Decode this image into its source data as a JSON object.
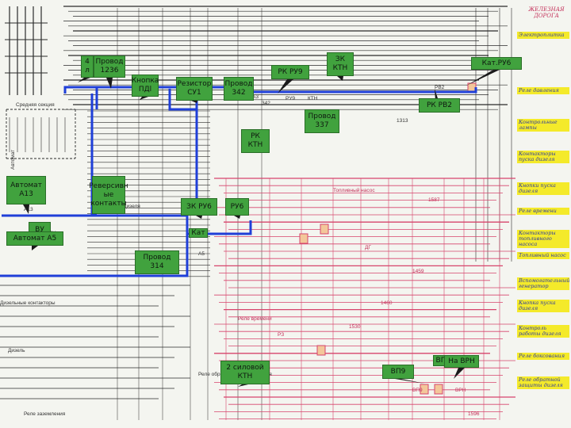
{
  "title": "ЖЕЛЕЗНАЯ ДОРОГА",
  "callouts": [
    {
      "id": "c1",
      "text": "4 л"
    },
    {
      "id": "c2",
      "text": "Провод\n1236"
    },
    {
      "id": "c3",
      "text": "Кнопка\nПДl"
    },
    {
      "id": "c4",
      "text": "Резистор\nСУ1"
    },
    {
      "id": "c5",
      "text": "Провод\n342"
    },
    {
      "id": "c6",
      "text": "РК РУ9"
    },
    {
      "id": "c7",
      "text": "ЗК\nКТН"
    },
    {
      "id": "c8",
      "text": "Кат.РУ6"
    },
    {
      "id": "c9",
      "text": "РК РВ2"
    },
    {
      "id": "c10",
      "text": "Провод\n337"
    },
    {
      "id": "c11",
      "text": "РК\nКТН"
    },
    {
      "id": "c12",
      "text": "Автомат\nА13"
    },
    {
      "id": "c13",
      "text": "Реверсивн\nые\nконтакты"
    },
    {
      "id": "c14",
      "text": "ВУ"
    },
    {
      "id": "c15",
      "text": "ЗК РУ6"
    },
    {
      "id": "c16",
      "text": "РУ6"
    },
    {
      "id": "c17",
      "text": "Кат"
    },
    {
      "id": "c18",
      "text": "Автомат А5"
    },
    {
      "id": "c19",
      "text": "Провод\n314"
    },
    {
      "id": "c20",
      "text": "2 силовой\nКТН"
    },
    {
      "id": "c21",
      "text": "ВП9"
    },
    {
      "id": "c22",
      "text": "ВП"
    },
    {
      "id": "c23",
      "text": "На ВРН"
    }
  ],
  "sidenotes": [
    {
      "text": "Электроплитка"
    },
    {
      "text": "Реле давления"
    },
    {
      "text": "Контрольные лампы"
    },
    {
      "text": "Контакторы пуска дизеля"
    },
    {
      "text": "Кнопки пуска дизеля"
    },
    {
      "text": "Реле времени"
    },
    {
      "text": "Контакторы топливного насоса"
    },
    {
      "text": "Топливный насос"
    },
    {
      "text": "Вспомогательный генератор"
    },
    {
      "text": "Кнопка пуска дизеля"
    },
    {
      "text": "Контроль работы дизеля"
    },
    {
      "text": "Реле боксования"
    },
    {
      "text": "Реле обратной защиты дизеля"
    }
  ],
  "schematic_labels": [
    "Средняя секция",
    "Автомат",
    "Реле заземления",
    "Дизель",
    "Дизельные контакторы",
    "Пуск дизеля",
    "Топливный насос",
    "Реле времени",
    "Реле обратной защиты дизеля",
    "А3",
    "А5",
    "А13",
    "ВУ",
    "КТН",
    "РУ6",
    "РУ9",
    "РВ2",
    "ВП9",
    "ВРН",
    "ДГ",
    "РЗ",
    "1236",
    "342",
    "337",
    "314",
    "1313",
    "1459",
    "1460",
    "1530",
    "1587",
    "1596"
  ],
  "colors": {
    "background": "#f4f5f0",
    "schematic_black": "#2a2a2a",
    "schematic_pink": "#d6456c",
    "highlight_path": "#1f3fd8",
    "callout_fill": "#41a23e",
    "note_fill": "#f4ea2a",
    "note_text": "#2d3aa0"
  }
}
